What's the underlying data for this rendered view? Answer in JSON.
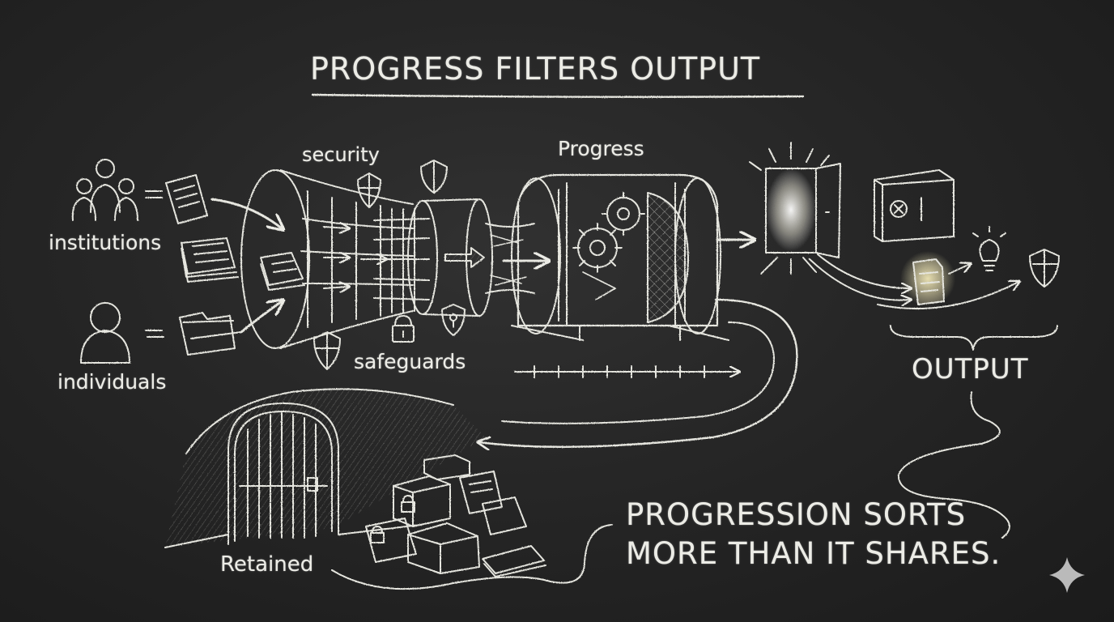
{
  "title": "PROGRESS FILTERS OUTPUT",
  "labels": {
    "security": "security",
    "progress": "Progress",
    "institutions": "institutions",
    "individuals": "individuals",
    "safeguards": "safeguards",
    "output": "OUTPUT",
    "retained": "Retained"
  },
  "tagline": {
    "line1": "PROGRESSION SORTS",
    "line2": "MORE THAN IT SHARES."
  },
  "colors": {
    "board": "#262626",
    "chalk": "#ecece6",
    "glow": "#fff6c0"
  },
  "icons": [
    "people-group-icon",
    "person-icon",
    "document-icon",
    "paper-stack-icon",
    "folder-icon",
    "funnel-icon",
    "shield-icon",
    "lock-icon",
    "gear-icon",
    "filter-machine-icon",
    "door-icon",
    "safe-icon",
    "glowing-document-icon",
    "lightbulb-icon",
    "vault-gate-icon",
    "boxes-icon",
    "sparkle-icon"
  ]
}
